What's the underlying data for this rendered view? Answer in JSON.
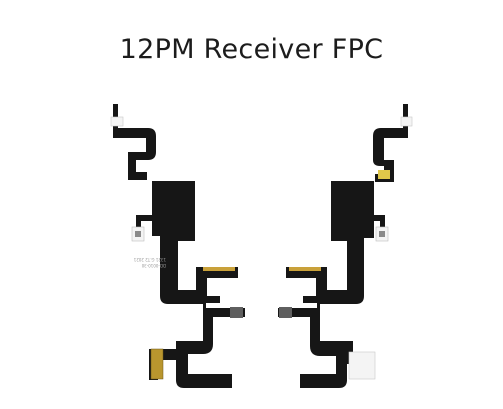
{
  "header": {
    "title": "12PM Receiver FPC"
  },
  "product": {
    "left_cable_marking_1": "1321 G.T2 2021",
    "left_cable_marking_2": "DD-0010-30",
    "colors": {
      "flex_body": "#161616",
      "connector_white": "#f4f4f4",
      "connector_edge": "#c9c9c9",
      "contact_gold": "#c9a13a",
      "stiffener_yellow": "#e0c84a",
      "port_gray": "#6a6a6a",
      "background": "#ffffff"
    },
    "icons": [
      "left-receiver-flex-cable",
      "right-receiver-flex-cable"
    ]
  }
}
